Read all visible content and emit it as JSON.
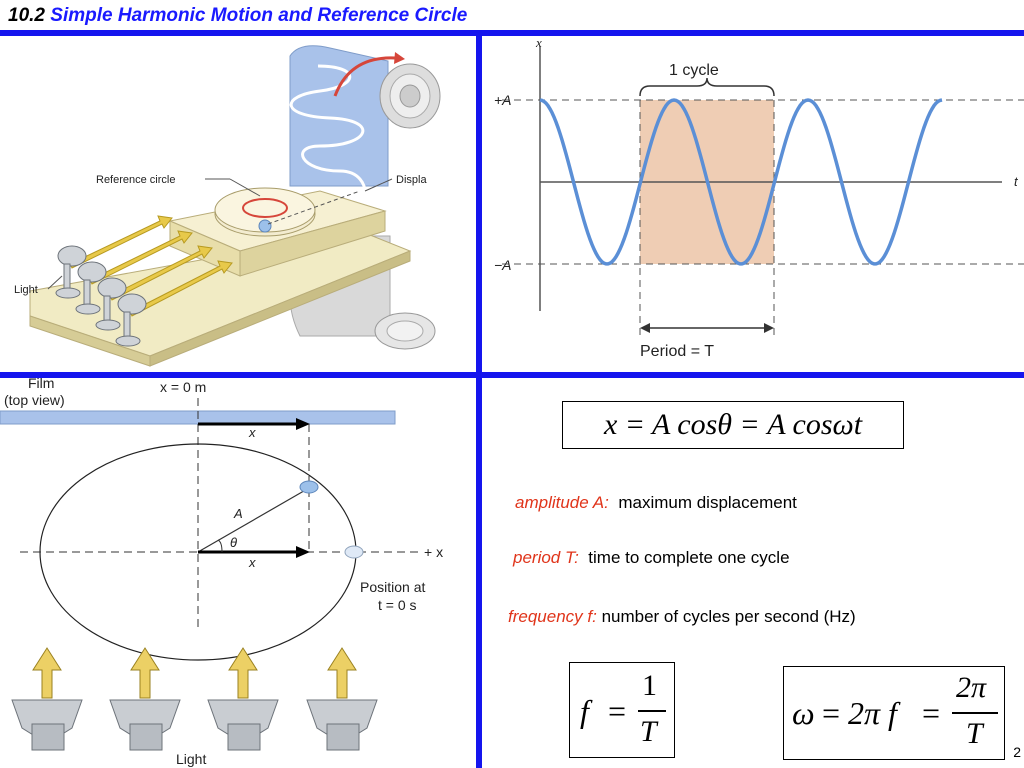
{
  "title": {
    "number": "10.2",
    "text": "Simple Harmonic Motion and Reference Circle"
  },
  "apparatus": {
    "label_reference_circle": "Reference circle",
    "label_displacement": "Displa",
    "label_light": "Light"
  },
  "graph": {
    "axis_x_label": "x",
    "axis_t_label": "t",
    "plus_a_label": "+A",
    "minus_a_label": "−A",
    "cycle_label": "1 cycle",
    "period_label": "Period = T",
    "colors": {
      "wave": "#5b8fd6",
      "highlight": "#efcdb4"
    }
  },
  "circle_diagram": {
    "film_label": "Film",
    "film_sub_label": "(top view)",
    "x_zero_label": "x = 0 m",
    "x_arrow_label_top": "x",
    "amplitude_label": "A",
    "theta_label": "θ",
    "x_arrow_label_bottom": "x",
    "plus_x_label": "+ x",
    "position_label_line1": "Position at",
    "position_label_line2": "t = 0 s",
    "light_label": "Light"
  },
  "equations": {
    "main": "x = A cosθ = A cosωt",
    "f_lhs": "f",
    "f_num": "1",
    "f_den": "T",
    "omega_lhs": "ω",
    "omega_mid": "2π f",
    "omega_num": "2π",
    "omega_den": "T"
  },
  "definitions": [
    {
      "term": "amplitude A:",
      "desc": "maximum displacement"
    },
    {
      "term": "period T:",
      "desc": "time to complete one cycle"
    },
    {
      "term": "frequency f:",
      "desc": "number of cycles per second (Hz)"
    }
  ],
  "page_number": "2"
}
